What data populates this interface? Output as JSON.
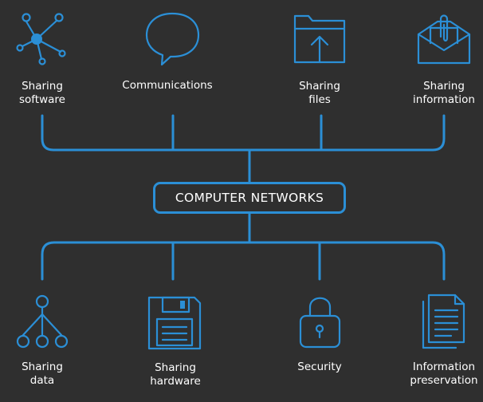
{
  "center": {
    "label": "COMPUTER NETWORKS"
  },
  "top_items": [
    {
      "lines": [
        "Sharing",
        "software"
      ],
      "icon": "network-nodes-icon"
    },
    {
      "lines": [
        "Communications"
      ],
      "icon": "speech-bubble-icon"
    },
    {
      "lines": [
        "Sharing",
        "files"
      ],
      "icon": "folder-upload-icon"
    },
    {
      "lines": [
        "Sharing",
        "information"
      ],
      "icon": "envelope-clip-icon"
    }
  ],
  "bottom_items": [
    {
      "lines": [
        "Sharing",
        "data"
      ],
      "icon": "hierarchy-tree-icon"
    },
    {
      "lines": [
        "Sharing",
        "hardware"
      ],
      "icon": "floppy-disk-icon"
    },
    {
      "lines": [
        "Security"
      ],
      "icon": "padlock-icon"
    },
    {
      "lines": [
        "Information",
        "preservation"
      ],
      "icon": "documents-icon"
    }
  ],
  "colors": {
    "background": "#2f2f2f",
    "accent": "#2b8fd6",
    "text": "#ffffff"
  }
}
